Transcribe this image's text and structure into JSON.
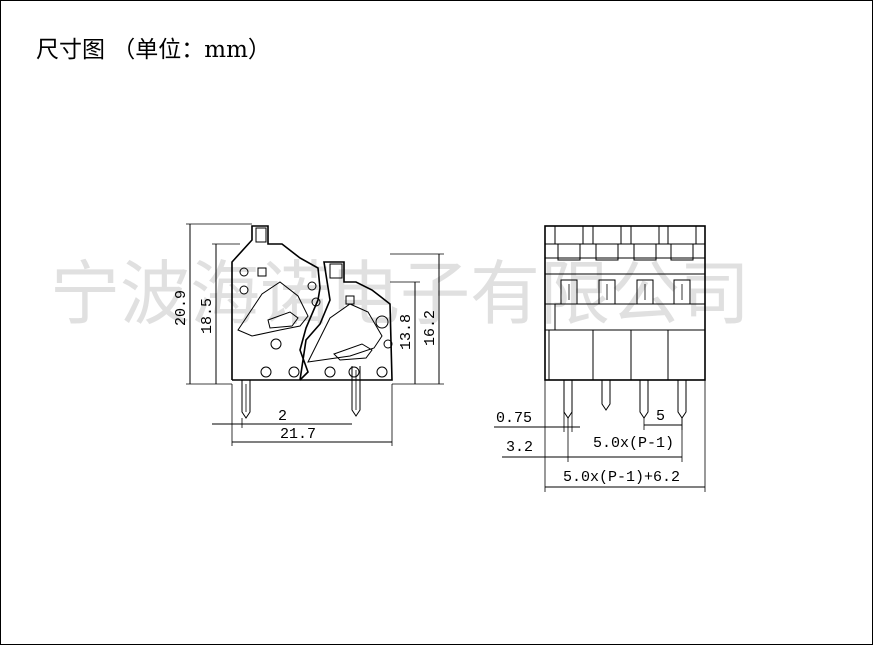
{
  "title": "尺寸图  （单位：mm）",
  "watermark": "宁波海诺电子有限公司",
  "side_view": {
    "height_total": "20.9",
    "height_body": "18.5",
    "height_inner": "13.8",
    "height_right": "16.2",
    "pin_offset": "2",
    "width_total": "21.7"
  },
  "front_view": {
    "pin_width": "0.75",
    "edge_offset": "3.2",
    "pitch": "5",
    "pitch_span": "5.0x(P-1)",
    "total_width": "5.0x(P-1)+6.2"
  }
}
